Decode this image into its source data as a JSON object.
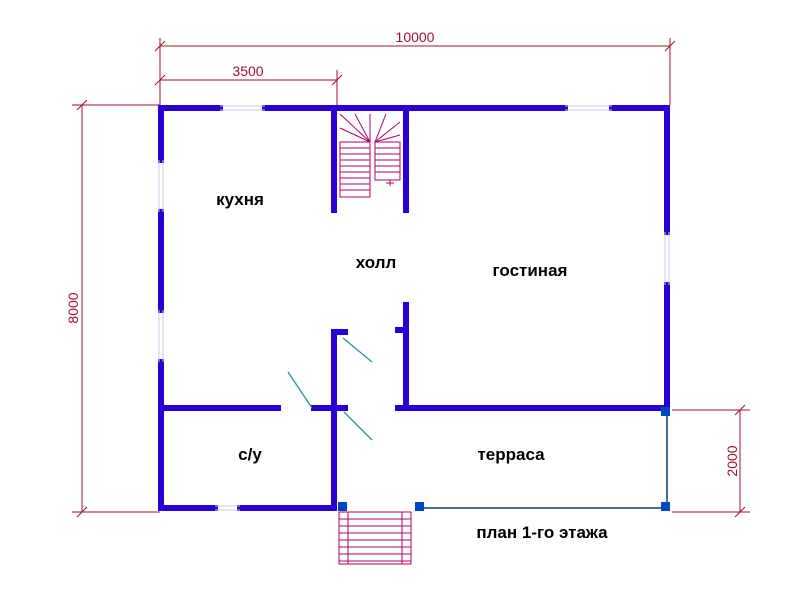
{
  "dimensions": {
    "total_width": "10000",
    "kitchen_width": "3500",
    "total_depth": "8000",
    "terrace_depth": "2000"
  },
  "rooms": {
    "kitchen": "кухня",
    "hall": "холл",
    "living_room": "гостиная",
    "bathroom": "с/у",
    "terrace": "терраса"
  },
  "plan_title": "план 1-го этажа",
  "colors": {
    "wall": "#2a00d4",
    "stair": "#b0006e",
    "door_swing": "#2a8fa0",
    "dimension": "#a0102a",
    "terrace_post": "#0047c8",
    "terrace_rail": "#4a6b96"
  }
}
